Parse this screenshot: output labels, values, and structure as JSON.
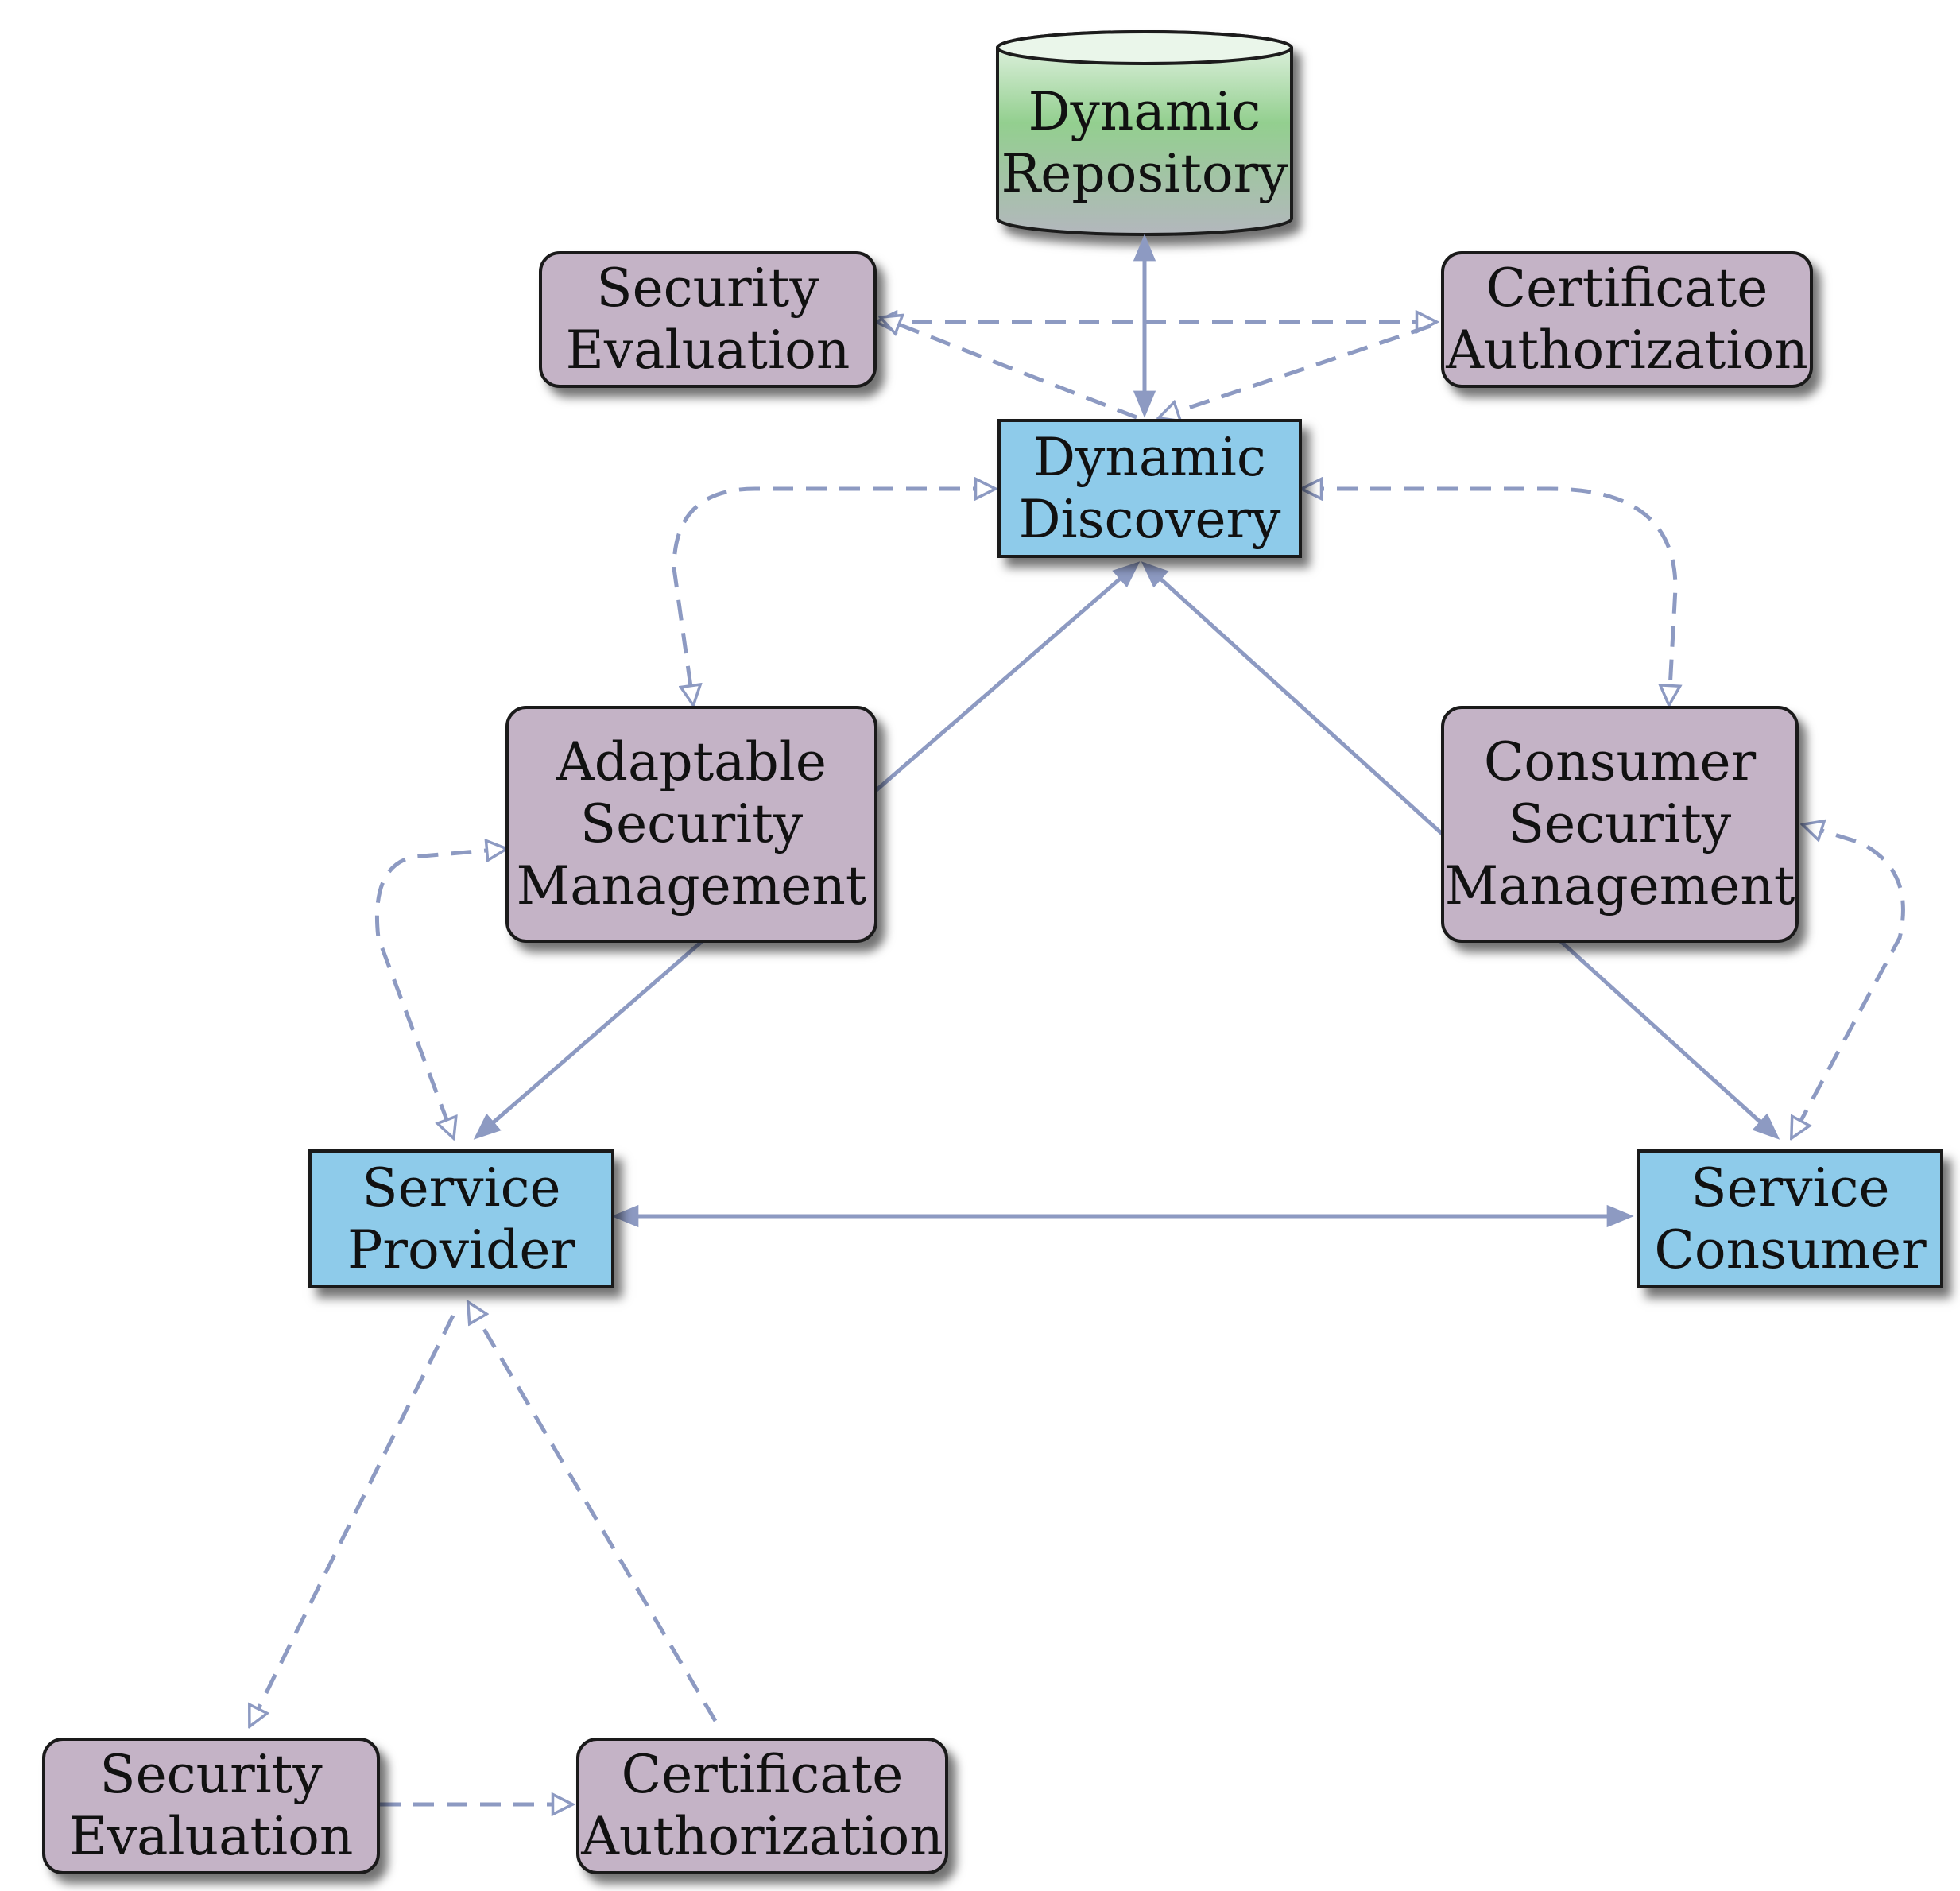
{
  "colors": {
    "purple_box": "#c4b3c6",
    "blue_box": "#8ecbea",
    "repo_top": "#eaf6ea",
    "repo_mid": "#93cf8f",
    "repo_bottom": "#b3b7bd",
    "connector": "#8d9ac2",
    "border": "#1a1a1a"
  },
  "nodes": {
    "dynamic_repository": {
      "line1": "Dynamic",
      "line2": "Repository"
    },
    "security_evaluation_top": {
      "line1": "Security",
      "line2": "Evaluation"
    },
    "certificate_authorization_top": {
      "line1": "Certificate",
      "line2": "Authorization"
    },
    "dynamic_discovery": {
      "line1": "Dynamic",
      "line2": "Discovery"
    },
    "adaptable_security_management": {
      "line1": "Adaptable",
      "line2": "Security",
      "line3": "Management"
    },
    "consumer_security_management": {
      "line1": "Consumer",
      "line2": "Security",
      "line3": "Management"
    },
    "service_provider": {
      "line1": "Service",
      "line2": "Provider"
    },
    "service_consumer": {
      "line1": "Service",
      "line2": "Consumer"
    },
    "security_evaluation_bottom": {
      "line1": "Security",
      "line2": "Evaluation"
    },
    "certificate_authorization_bottom": {
      "line1": "Certificate",
      "line2": "Authorization"
    }
  }
}
